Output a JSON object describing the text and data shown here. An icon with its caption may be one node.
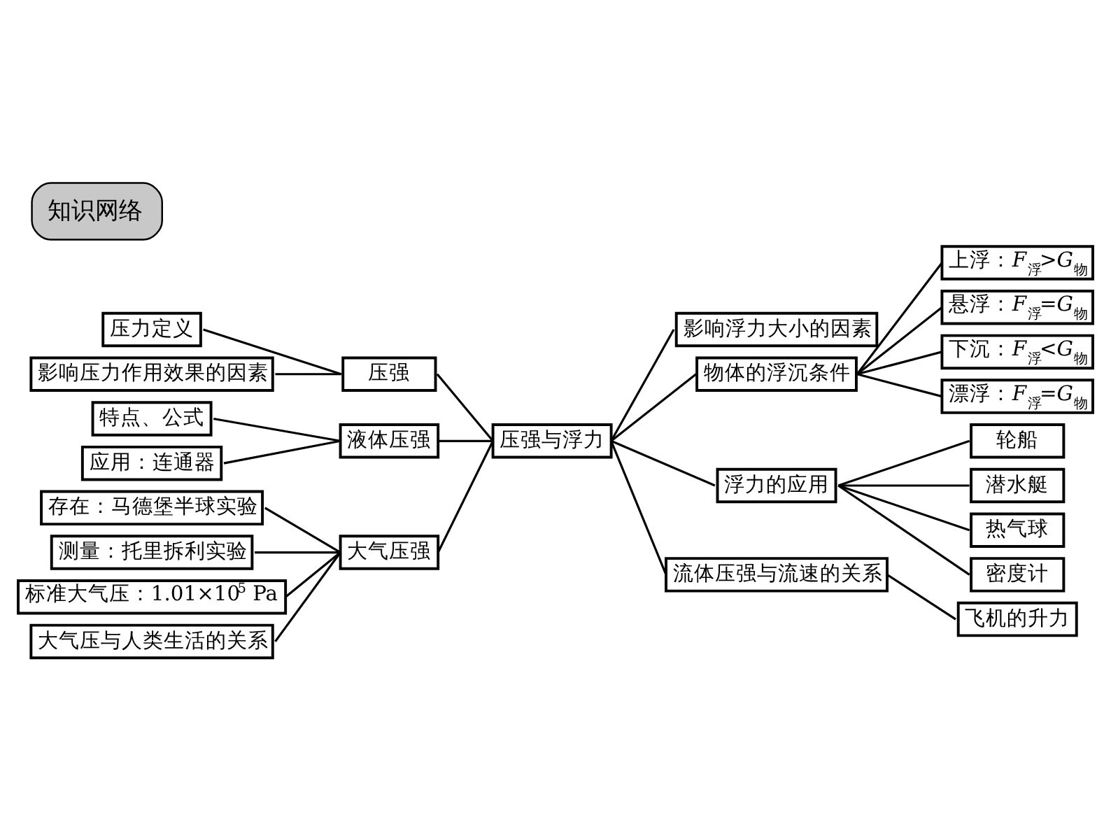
{
  "diagram": {
    "title": "知识网络",
    "nodes": [
      {
        "text": [
          "压强与浮力"
        ]
      },
      {
        "text": [
          "压强"
        ]
      },
      {
        "text": [
          "压力定义"
        ]
      },
      {
        "text": [
          "影响压力作用效果的因素"
        ]
      },
      {
        "text": [
          "液体压强"
        ]
      },
      {
        "text": [
          "特点、公式"
        ]
      },
      {
        "text": [
          "应用：连通器"
        ]
      },
      {
        "text": [
          "大气压强"
        ]
      },
      {
        "text": [
          "存在：马德堡半球实验"
        ]
      },
      {
        "text": [
          "测量：托里拆利实验"
        ]
      },
      {
        "text": [
          "标准大气压：1.01×10$^{5}$ Pa"
        ]
      },
      {
        "text": [
          "大气压与人类生活的关系"
        ]
      },
      {
        "text": [
          "影响浮力大小的因素"
        ]
      },
      {
        "text": [
          "物体的浮沉条件"
        ]
      },
      {
        "text": [
          "上浮：*F*$_{浮}$>*G*$_{物}$"
        ]
      },
      {
        "text": [
          "悬浮：*F*$_{浮}$=*G*$_{物}$"
        ]
      },
      {
        "text": [
          "下沉：*F*$_{浮}$<*G*$_{物}$"
        ]
      },
      {
        "text": [
          "漂浮：*F*$_{浮}$=*G*$_{物}$"
        ]
      },
      {
        "text": [
          "浮力的应用"
        ]
      },
      {
        "text": [
          "轮船"
        ]
      },
      {
        "text": [
          "潜水艇"
        ]
      },
      {
        "text": [
          "热气球"
        ]
      },
      {
        "text": [
          "密度计"
        ]
      },
      {
        "text": [
          "流体压强与流速的关系"
        ]
      },
      {
        "text": [
          "飞机的升力"
        ]
      }
    ],
    "edges": [
      {
        "from": 2,
        "to": 1,
        "arrow": "none"
      },
      {
        "from": 3,
        "to": 1,
        "arrow": "none"
      },
      {
        "from": 1,
        "to": 0,
        "arrow": "none"
      },
      {
        "from": 5,
        "to": 4,
        "arrow": "none"
      },
      {
        "from": 6,
        "to": 4,
        "arrow": "none"
      },
      {
        "from": 4,
        "to": 0,
        "arrow": "none"
      },
      {
        "from": 8,
        "to": 7,
        "arrow": "none"
      },
      {
        "from": 9,
        "to": 7,
        "arrow": "none"
      },
      {
        "from": 10,
        "to": 7,
        "arrow": "none"
      },
      {
        "from": 11,
        "to": 7,
        "arrow": "none"
      },
      {
        "from": 7,
        "to": 0,
        "arrow": "none"
      },
      {
        "from": 0,
        "to": 12,
        "arrow": "none"
      },
      {
        "from": 0,
        "to": 13,
        "arrow": "none"
      },
      {
        "from": 13,
        "to": 14,
        "arrow": "none"
      },
      {
        "from": 13,
        "to": 15,
        "arrow": "none"
      },
      {
        "from": 13,
        "to": 16,
        "arrow": "none"
      },
      {
        "from": 13,
        "to": 17,
        "arrow": "none"
      },
      {
        "from": 0,
        "to": 18,
        "arrow": "none"
      },
      {
        "from": 18,
        "to": 19,
        "arrow": "none"
      },
      {
        "from": 18,
        "to": 20,
        "arrow": "none"
      },
      {
        "from": 18,
        "to": 21,
        "arrow": "none"
      },
      {
        "from": 18,
        "to": 22,
        "arrow": "none"
      },
      {
        "from": 0,
        "to": 23,
        "arrow": "none"
      },
      {
        "from": 23,
        "to": 24,
        "arrow": "none"
      }
    ]
  }
}
